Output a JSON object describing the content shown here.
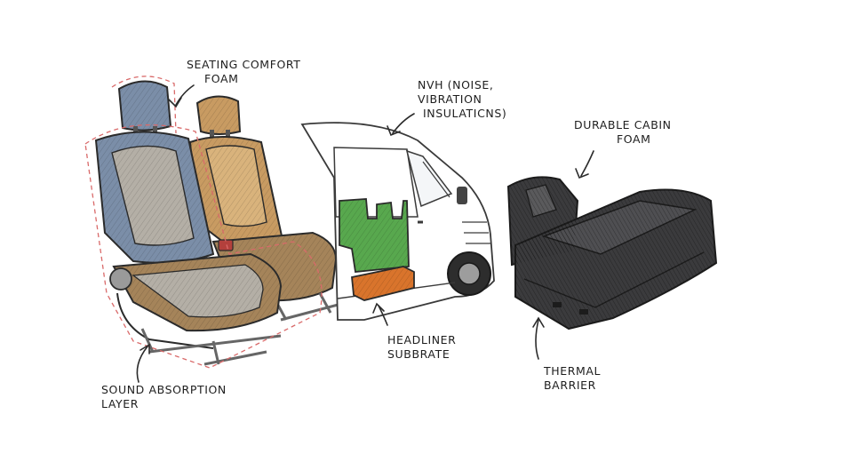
{
  "labels": {
    "seating_foam": [
      "SEATING COMFORT",
      "FOAM"
    ],
    "nvh": [
      "NVH (NOISE,",
      "VIBRATION",
      "INSULATICNS)"
    ],
    "cabin_foam": [
      "DURABLE CABIN",
      "FOAM"
    ],
    "headliner": [
      "HEADLINER",
      "SUBBRATE"
    ],
    "thermal": [
      "THERMAL",
      "BARRIER"
    ],
    "sound": [
      "SOUND ABSORPTION",
      "LAYER"
    ]
  },
  "colors": {
    "seat_blue": "#7b8ea8",
    "seat_grey": "#b4afa6",
    "seat_brown": "#a5845a",
    "seat_orange": "#c89b62",
    "foam_green": "#58a84e",
    "foam_orange": "#d9742c",
    "cabin_foam": "#3b3b3d",
    "outline": "#2b2b2b",
    "dashed_red": "#d96a6a"
  }
}
